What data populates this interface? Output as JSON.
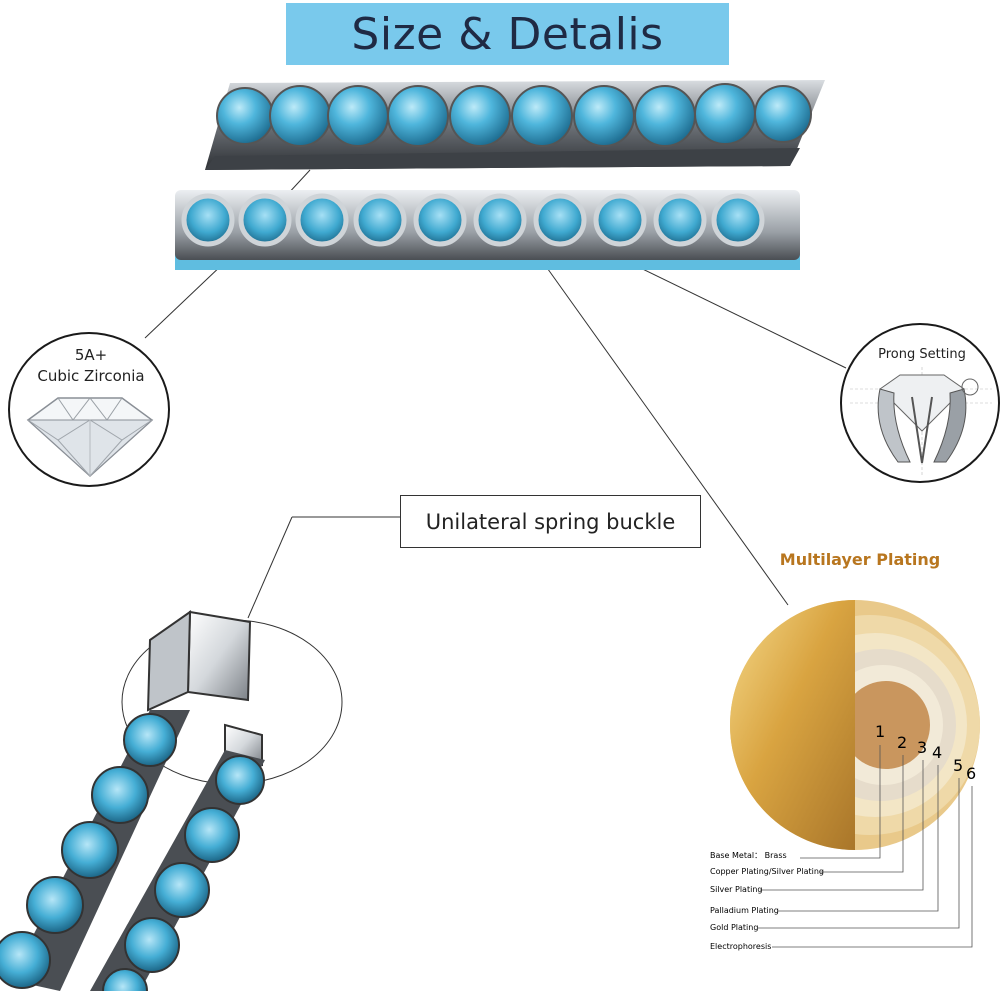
{
  "header": {
    "title": "Size & Detalis"
  },
  "callouts": {
    "stone": {
      "grade": "5A+",
      "name": "Cubic Zirconia"
    },
    "setting": {
      "label": "Prong Setting"
    },
    "clasp": {
      "label": "Unilateral spring buckle"
    }
  },
  "plating": {
    "title": "Multilayer Plating",
    "layer_numbers": [
      "1",
      "2",
      "3",
      "4",
      "5",
      "6"
    ],
    "layers": [
      "Base Metal： Brass",
      "Copper Plating/Silver Plating",
      "Silver Plating",
      "Palladium Plating",
      "Gold Plating",
      "Electrophoresis"
    ]
  },
  "colors": {
    "banner": "#79c9ec",
    "gem": "#3fa9d0",
    "metal": "#8a8f96",
    "gold": "#d9a441",
    "plating_title": "#b8761f"
  },
  "icons": {
    "gem": "round-brilliant-diamond-icon",
    "prong": "prong-setting-sketch-icon",
    "clasp": "spring-buckle-clasp-icon"
  }
}
